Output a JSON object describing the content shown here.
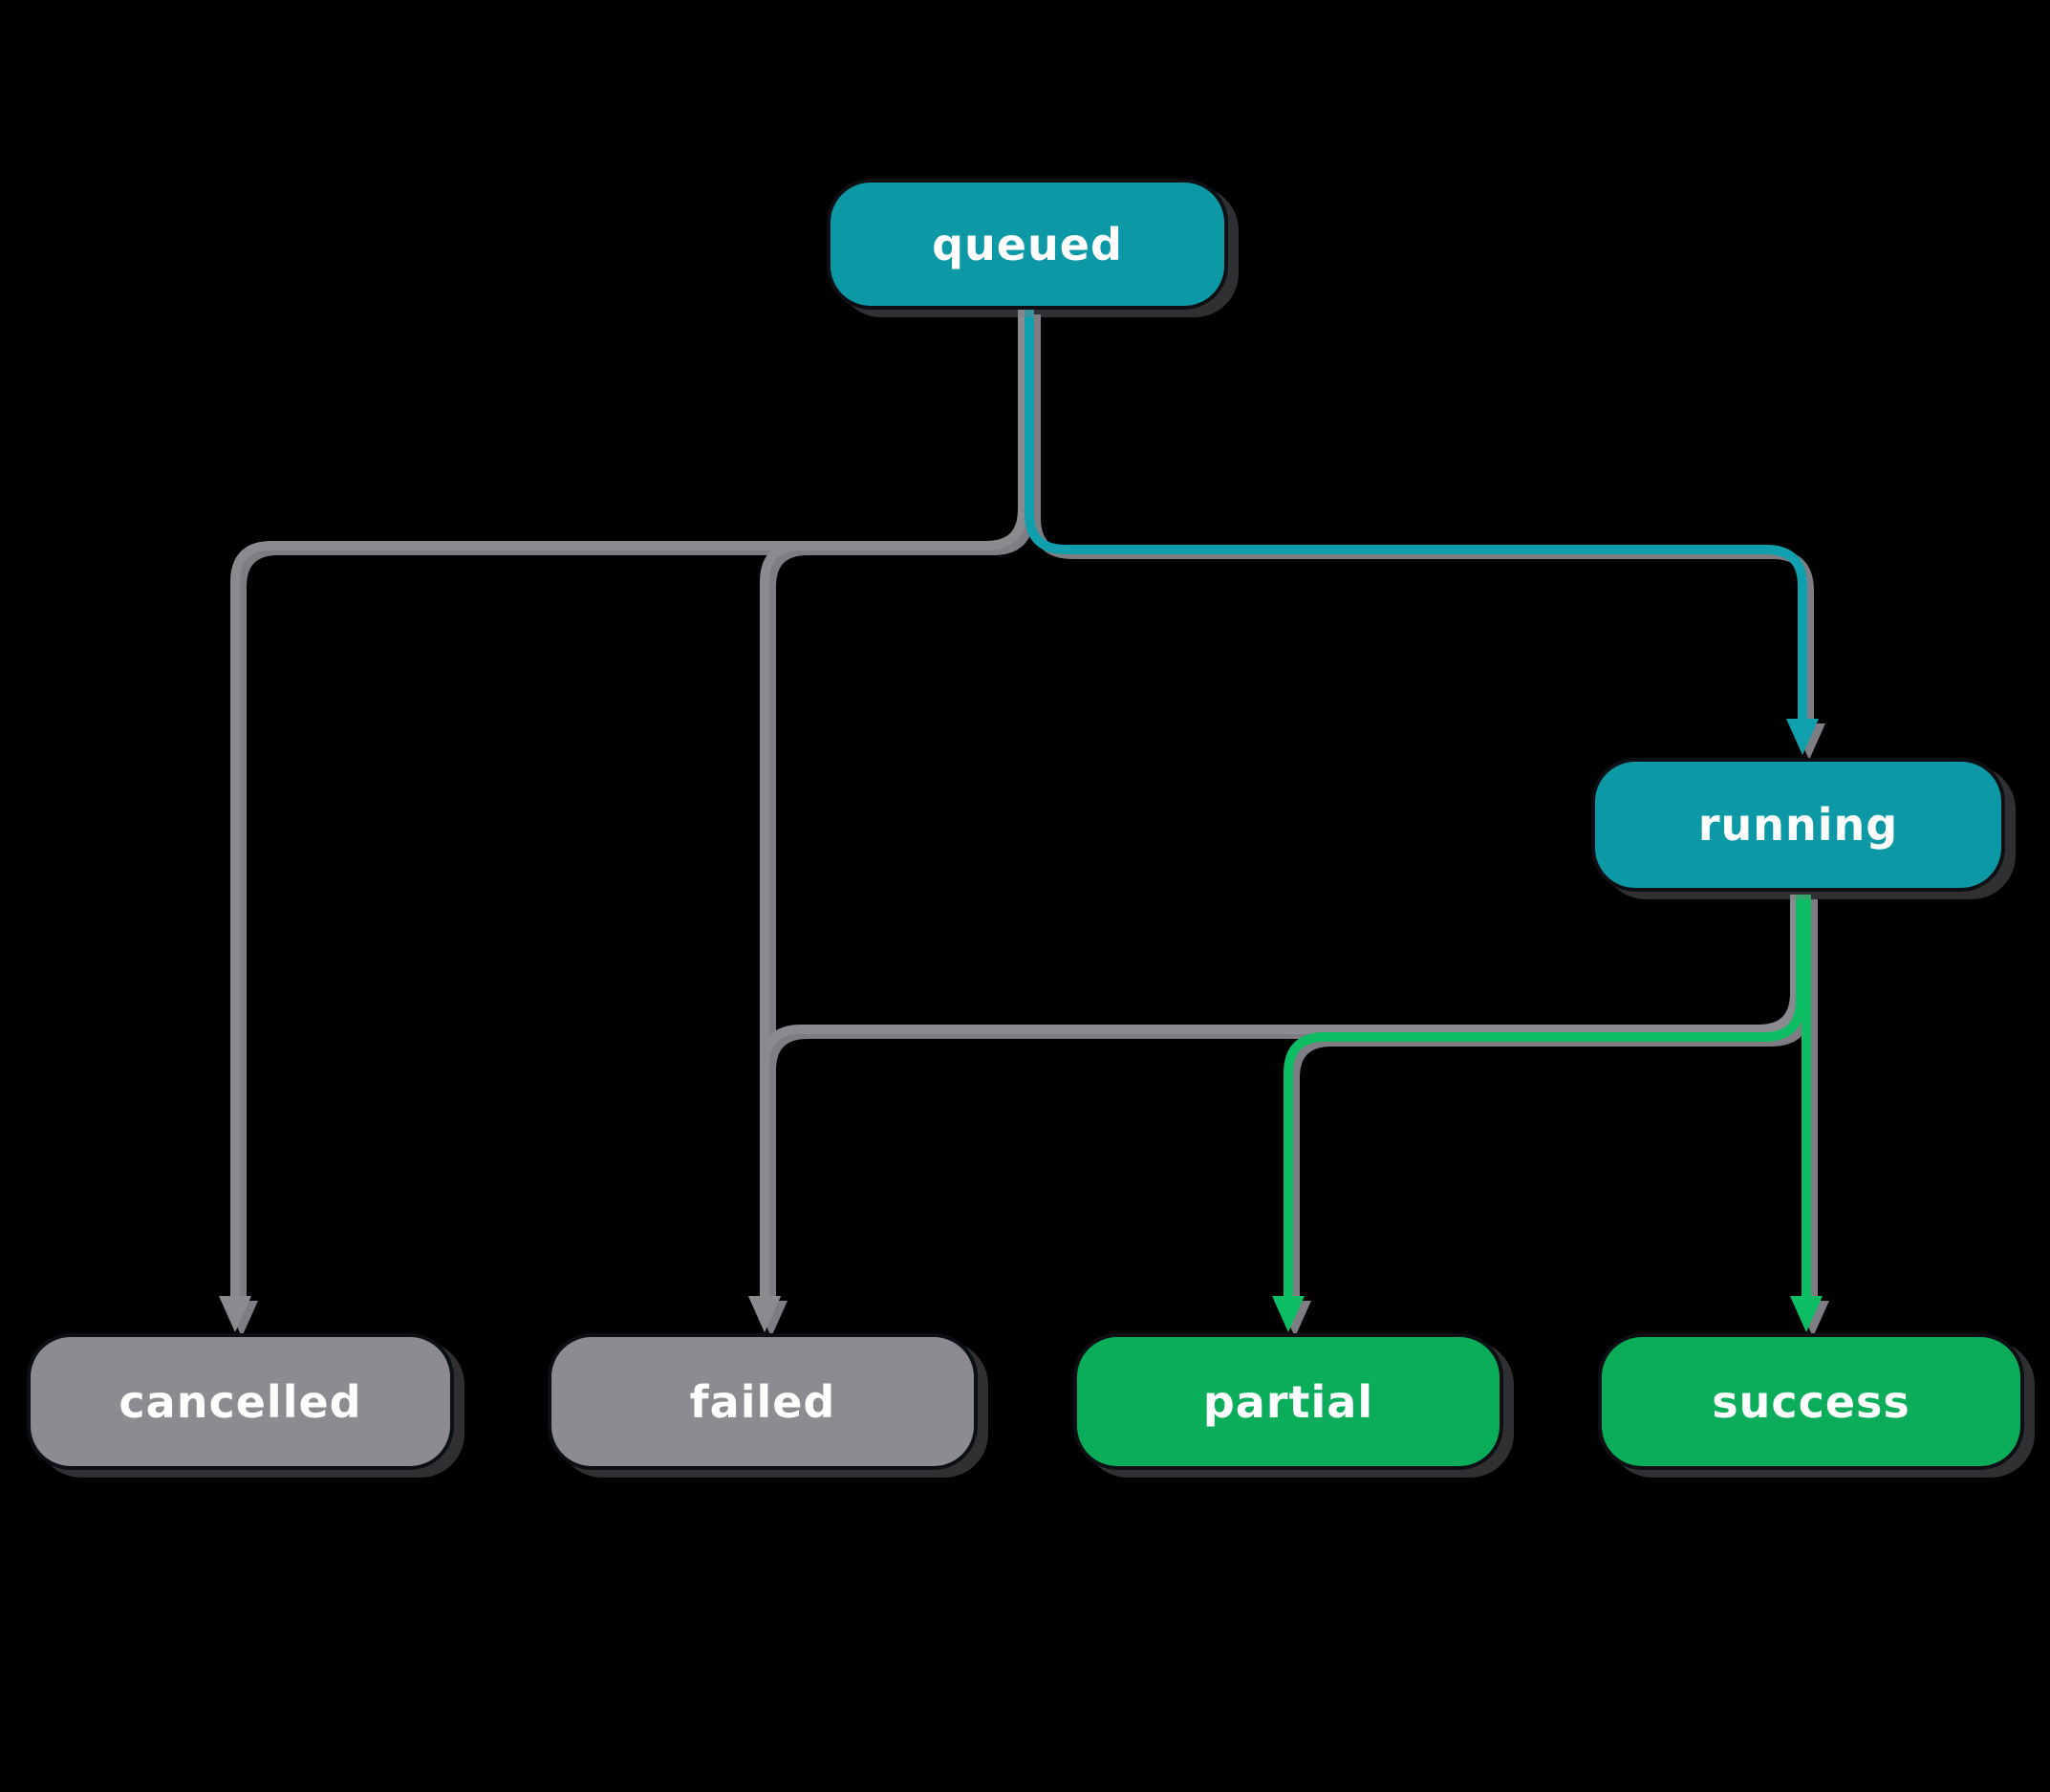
{
  "diagram": {
    "background": "#000000",
    "title": "",
    "nodes": [
      {
        "id": "queued",
        "label": "queued",
        "color": "#0c99a5",
        "text_color": "#ffffff",
        "kind": "active"
      },
      {
        "id": "running",
        "label": "running",
        "color": "#0c99a5",
        "text_color": "#ffffff",
        "kind": "active"
      },
      {
        "id": "cancelled",
        "label": "cancelled",
        "color": "#8b8b91",
        "text_color": "#ffffff",
        "kind": "terminal-neutral"
      },
      {
        "id": "failed",
        "label": "failed",
        "color": "#8b8b91",
        "text_color": "#ffffff",
        "kind": "terminal-neutral"
      },
      {
        "id": "partial",
        "label": "partial",
        "color": "#0bad5a",
        "text_color": "#ffffff",
        "kind": "terminal-good"
      },
      {
        "id": "success",
        "label": "success",
        "color": "#0bad5a",
        "text_color": "#ffffff",
        "kind": "terminal-good"
      }
    ],
    "edges": [
      {
        "from": "queued",
        "to": "cancelled",
        "color": "#8a8a8f"
      },
      {
        "from": "queued",
        "to": "failed",
        "color": "#8a8a8f"
      },
      {
        "from": "queued",
        "to": "running",
        "color": "#0f9fad"
      },
      {
        "from": "running",
        "to": "failed",
        "color": "#8a8a8f"
      },
      {
        "from": "running",
        "to": "partial",
        "color": "#0cbd64"
      },
      {
        "from": "running",
        "to": "success",
        "color": "#0cbd64"
      }
    ]
  }
}
